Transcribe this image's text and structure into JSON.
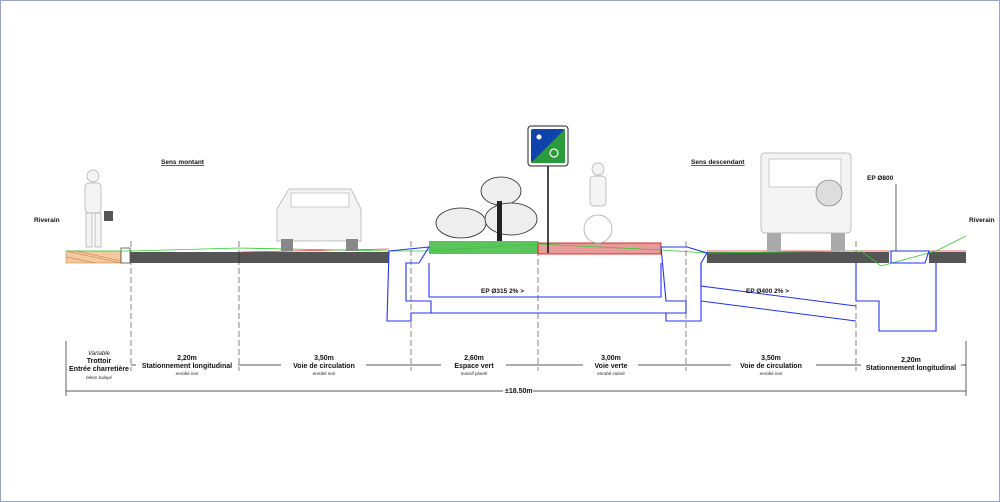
{
  "headers": {
    "sens_montant": "Sens montant",
    "sens_descendant": "Sens descendant",
    "riverain_left": "Riverain",
    "riverain_right": "Riverain",
    "ep_800": "EP Ø800"
  },
  "pipes": {
    "ep_315": "EP Ø315 2% >",
    "ep_400": "EP Ø400 2% >"
  },
  "sections": [
    {
      "top": "Variable",
      "title": "Trottoir",
      "title2": "Entrée charretière",
      "material": "béton balayé"
    },
    {
      "width": "2,20m",
      "title": "Stationnement longitudinal",
      "material": "enrobé noir"
    },
    {
      "width": "3,50m",
      "title": "Voie de circulation",
      "material": "enrobé noir"
    },
    {
      "width": "2,60m",
      "title": "Espace vert",
      "material": "massif planté"
    },
    {
      "width": "3,00m",
      "title": "Voie verte",
      "material": "enrobé coloré"
    },
    {
      "width": "3,50m",
      "title": "Voie de circulation",
      "material": "enrobé noir"
    },
    {
      "width": "2,20m",
      "title": "Stationnement longitudinal"
    }
  ],
  "total_width": "±18.50m",
  "colors": {
    "pipe": "#2233ee",
    "green": "#33cc33",
    "red_path": "#e88888",
    "asphalt": "#555555",
    "sign": "#1144aa"
  }
}
